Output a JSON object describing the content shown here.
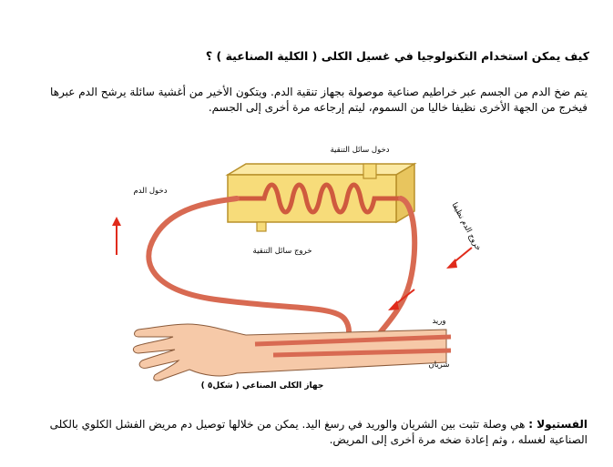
{
  "title": "كيف يمكن استخدام التكنولوجيا في غسيل الكلى ( الكلية الصناعية ) ؟",
  "intro_line1": "يتم ضخ الدم من الجسم عبر خراطيم صناعية موصولة بجهاز تنقية الدم. ويتكون الأخير من أغشية سائلة يرشح الدم عبرها",
  "intro_line2": "فيخرج من الجهة الأخرى نظيفا خاليا من السموم، ليتم إرجاعه مرة أخرى إلى الجسم.",
  "figure": {
    "label_dialysate_in": "دخول سائل التنقية",
    "label_blood_in": "دخول الدم",
    "label_blood_out": "خروج الدم نظيفا",
    "label_dialysate_out": "خروج سائل التنقية",
    "label_vein": "وريد",
    "label_artery": "شريان",
    "caption": "( شكل٥ ) جهاز الكلى الصناعي",
    "colors": {
      "machine_fill": "#f7dc7a",
      "machine_stroke": "#b8902a",
      "tube": "#d86a52",
      "coil": "#cf5a3e",
      "arrow": "#e02b1b",
      "skin": "#f6c9a8"
    }
  },
  "fistula": {
    "term": "الفستيولا :",
    "text_line1": " هي وصلة تثبت بين الشريان والوريد في رسغ اليد. يمكن من خلالها توصيل دم مريض الفشل الكلوي بالكلى",
    "text_line2": "الصناعية لغسله ، وثم إعادة ضخه مرة أخرى إلى المريض."
  }
}
